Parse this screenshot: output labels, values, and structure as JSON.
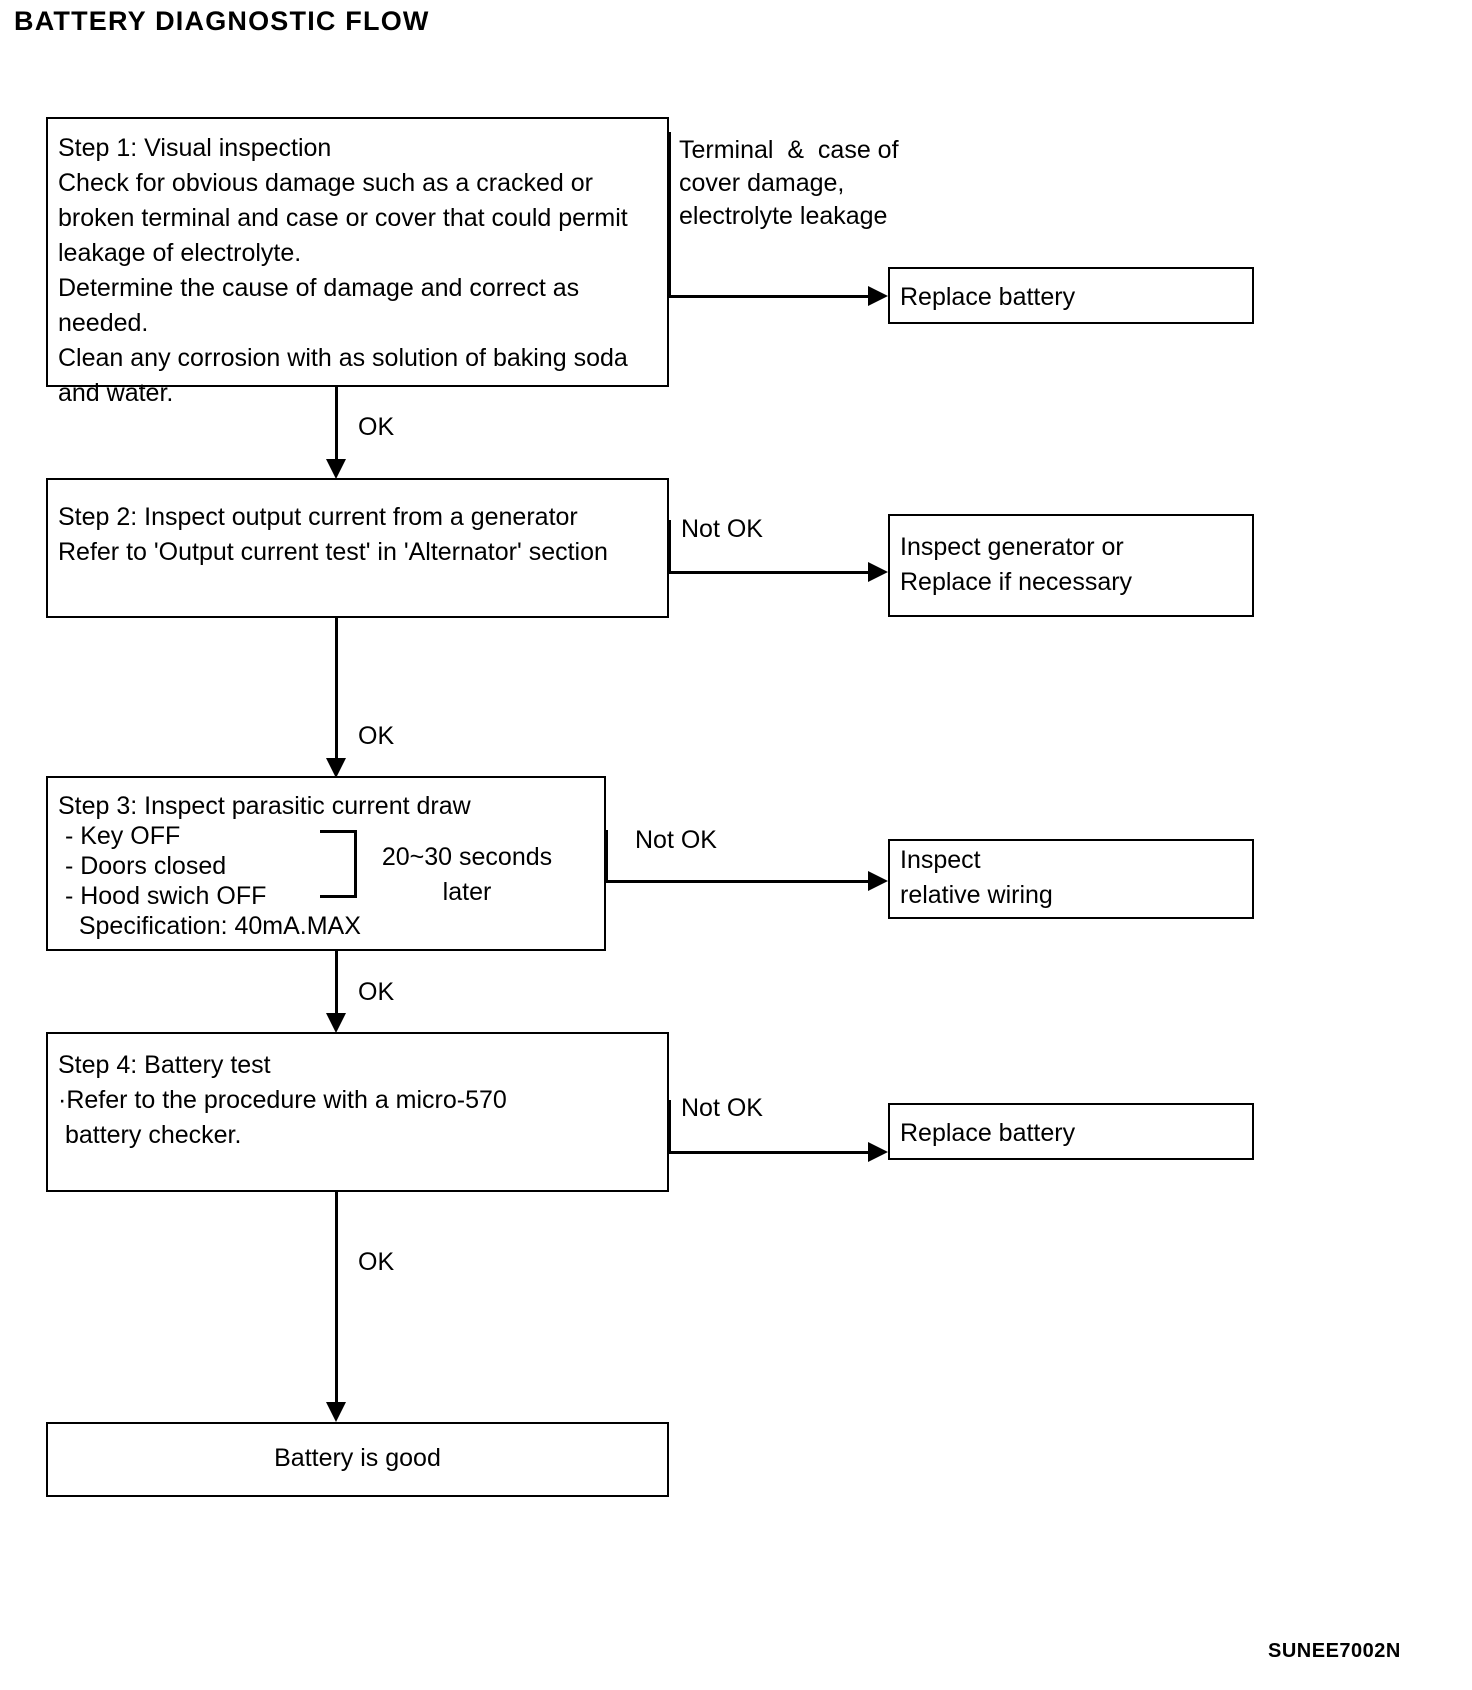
{
  "document": {
    "title": "BATTERY DIAGNOSTIC FLOW",
    "figure_code": "SUNEE7002N"
  },
  "steps": [
    {
      "id": "step1",
      "text": "Step 1: Visual inspection\nCheck for obvious damage such as a cracked or\nbroken terminal and case or cover that could permit\nleakage of electrolyte.\nDetermine the cause of damage and correct as\nneeded.\nClean any corrosion with as solution of baking soda\nand water."
    },
    {
      "id": "step2",
      "text": "Step 2: Inspect output current from a generator\nRefer to 'Output current test' in 'Alternator' section"
    },
    {
      "id": "step3",
      "title": "Step 3: Inspect parasitic current draw",
      "items": [
        " - Key OFF",
        " - Doors closed",
        " - Hood swich OFF"
      ],
      "specification": "   Specification: 40mA.MAX",
      "bracket_note": "20~30 seconds\nlater"
    },
    {
      "id": "step4",
      "text": "Step 4: Battery test\n·Refer to the procedure with a micro-570\n battery checker."
    }
  ],
  "results": [
    {
      "id": "result1",
      "text": "Replace battery"
    },
    {
      "id": "result2",
      "text": "Inspect generator or\nReplace if necessary"
    },
    {
      "id": "result3",
      "text": "Inspect\nrelative wiring"
    },
    {
      "id": "result4",
      "text": "Replace battery"
    }
  ],
  "final": {
    "text": "Battery is good"
  },
  "annotations": {
    "step1_condition": "Terminal  &  case of\ncover damage,\nelectrolyte leakage"
  },
  "edges": {
    "ok1": "OK",
    "ok2": "OK",
    "ok3": "OK",
    "ok4": "OK",
    "notok2": "Not OK",
    "notok3": "Not OK",
    "notok4": "Not OK"
  }
}
